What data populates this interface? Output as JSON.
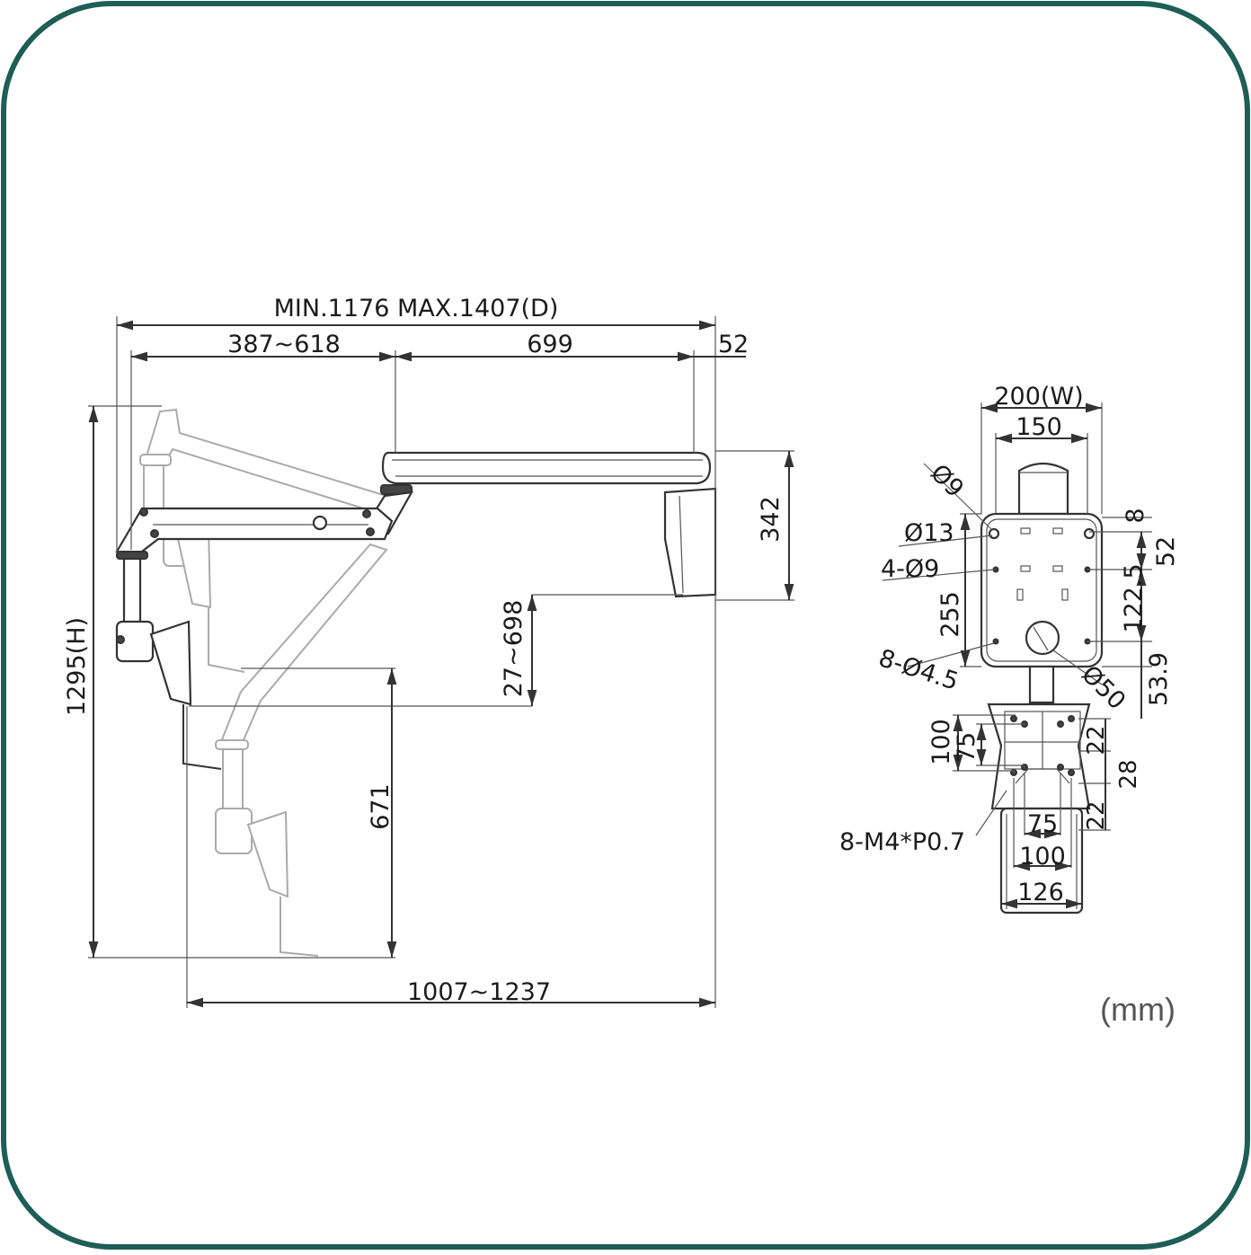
{
  "frame_color": "#1d5e57",
  "side_view": {
    "depth_label": "MIN.1176 MAX.1407(D)",
    "upper_arm_label": "387~618",
    "lower_arm_label": "699",
    "offset_label": "52",
    "head_height_label": "342",
    "height_label": "1295(H)",
    "vertical_range_label": "27~698",
    "drop_label": "671",
    "reach_label": "1007~1237"
  },
  "mount_view": {
    "width_label": "200(W)",
    "inner_width_label": "150",
    "hole_9_label": "Ø9",
    "hole_13_label": "Ø13",
    "holes_4_label": "4-Ø9",
    "height_label": "255",
    "holes_8_label": "8-Ø4.5",
    "cable_hole_label": "Ø50",
    "top_gap_label": "8",
    "upper_pitch_label": "52",
    "lower_pitch_label": "122.5",
    "bottom_gap_label": "53.9",
    "vesa_outer_v_label": "100",
    "vesa_inner_v_label": "75",
    "gap_a_label": "22",
    "gap_b_label": "28",
    "gap_c_label": "22",
    "vesa_inner_h_label": "75",
    "vesa_outer_h_label": "100",
    "plate_width_label": "126",
    "screw_label": "8-M4*P0.7"
  },
  "unit_label": "(mm)"
}
